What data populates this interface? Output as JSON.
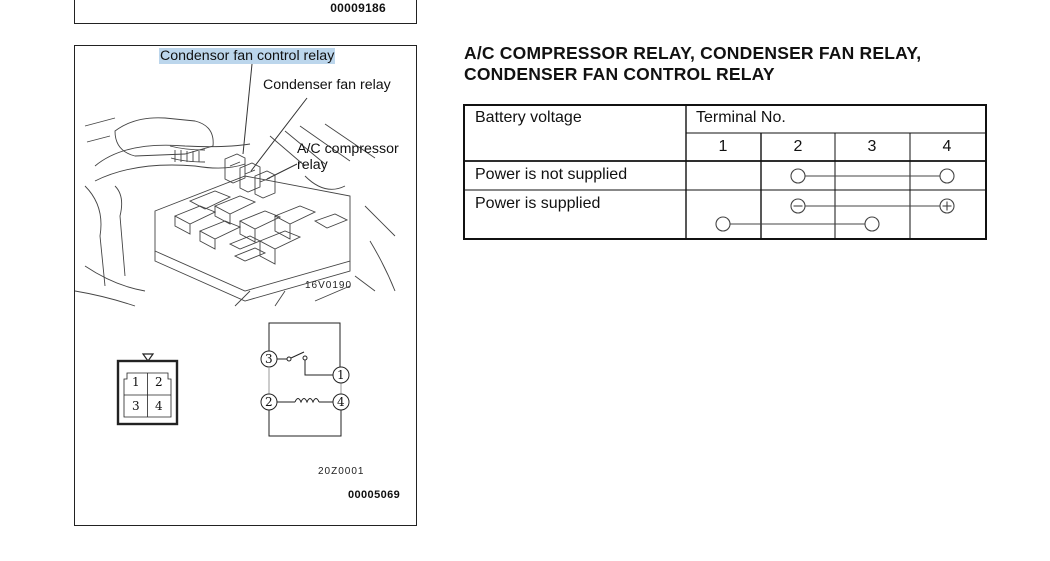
{
  "previous_figure": {
    "code": "00009186"
  },
  "figure": {
    "labels": {
      "control_relay": "Condensor fan control relay",
      "fan_relay": "Condenser fan relay",
      "ac_relay_line1": "A/C compressor",
      "ac_relay_line2": "relay"
    },
    "illustration_code": "16V0190",
    "connector": {
      "pins": [
        "1",
        "2",
        "3",
        "4"
      ]
    },
    "circuit": {
      "terminals": [
        "3",
        "1",
        "2",
        "4"
      ]
    },
    "circuit_code": "20Z0001",
    "figure_code": "00005069",
    "highlight_color": "#bcd6ec"
  },
  "section": {
    "title_line1": "A/C COMPRESSOR RELAY, CONDENSER FAN RELAY,",
    "title_line2": "CONDENSER FAN CONTROL RELAY"
  },
  "table": {
    "header_left": "Battery voltage",
    "header_right": "Terminal No.",
    "terminals": [
      "1",
      "2",
      "3",
      "4"
    ],
    "rows": [
      {
        "condition": "Power is not supplied",
        "continuity": [
          {
            "from": 2,
            "to": 4,
            "from_sign": "",
            "to_sign": ""
          }
        ]
      },
      {
        "condition": "Power is supplied",
        "continuity": [
          {
            "from": 2,
            "to": 4,
            "from_sign": "-",
            "to_sign": "+"
          },
          {
            "from": 1,
            "to": 3,
            "from_sign": "",
            "to_sign": ""
          }
        ]
      }
    ]
  }
}
